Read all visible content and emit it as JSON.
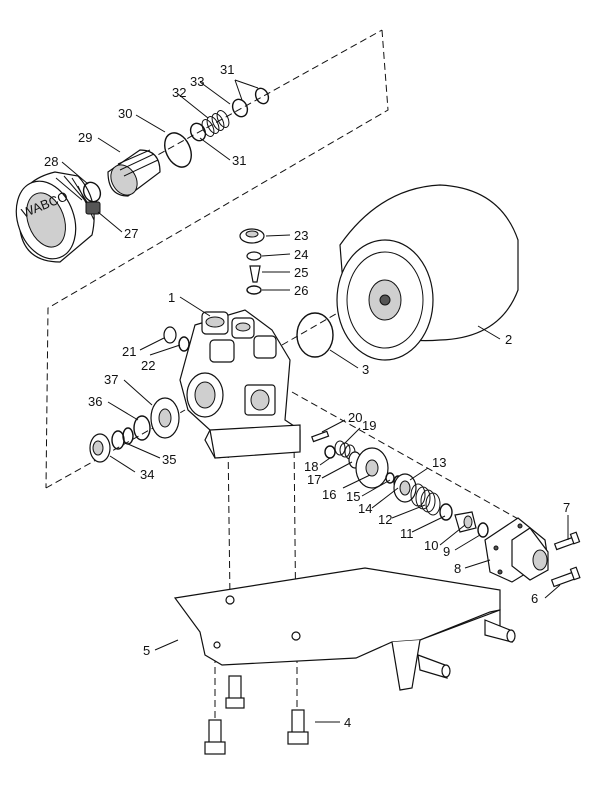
{
  "diagram": {
    "type": "exploded-parts-view",
    "brand_on_cover": "WABCO",
    "callouts": [
      {
        "id": "c1",
        "label": "1"
      },
      {
        "id": "c2",
        "label": "2"
      },
      {
        "id": "c3",
        "label": "3"
      },
      {
        "id": "c4",
        "label": "4"
      },
      {
        "id": "c5",
        "label": "5"
      },
      {
        "id": "c6",
        "label": "6"
      },
      {
        "id": "c7",
        "label": "7"
      },
      {
        "id": "c8",
        "label": "8"
      },
      {
        "id": "c9",
        "label": "9"
      },
      {
        "id": "c10",
        "label": "10"
      },
      {
        "id": "c11",
        "label": "11"
      },
      {
        "id": "c12",
        "label": "12"
      },
      {
        "id": "c13",
        "label": "13"
      },
      {
        "id": "c14",
        "label": "14"
      },
      {
        "id": "c15",
        "label": "15"
      },
      {
        "id": "c16",
        "label": "16"
      },
      {
        "id": "c17",
        "label": "17"
      },
      {
        "id": "c18",
        "label": "18"
      },
      {
        "id": "c19",
        "label": "19"
      },
      {
        "id": "c20",
        "label": "20"
      },
      {
        "id": "c21",
        "label": "21"
      },
      {
        "id": "c22",
        "label": "22"
      },
      {
        "id": "c23",
        "label": "23"
      },
      {
        "id": "c24",
        "label": "24"
      },
      {
        "id": "c25",
        "label": "25"
      },
      {
        "id": "c26",
        "label": "26"
      },
      {
        "id": "c27",
        "label": "27"
      },
      {
        "id": "c28",
        "label": "28"
      },
      {
        "id": "c29",
        "label": "29"
      },
      {
        "id": "c30",
        "label": "30"
      },
      {
        "id": "c31a",
        "label": "31"
      },
      {
        "id": "c31b",
        "label": "31"
      },
      {
        "id": "c32",
        "label": "32"
      },
      {
        "id": "c33",
        "label": "33"
      },
      {
        "id": "c34",
        "label": "34"
      },
      {
        "id": "c35",
        "label": "35"
      },
      {
        "id": "c36",
        "label": "36"
      },
      {
        "id": "c37",
        "label": "37"
      }
    ]
  }
}
